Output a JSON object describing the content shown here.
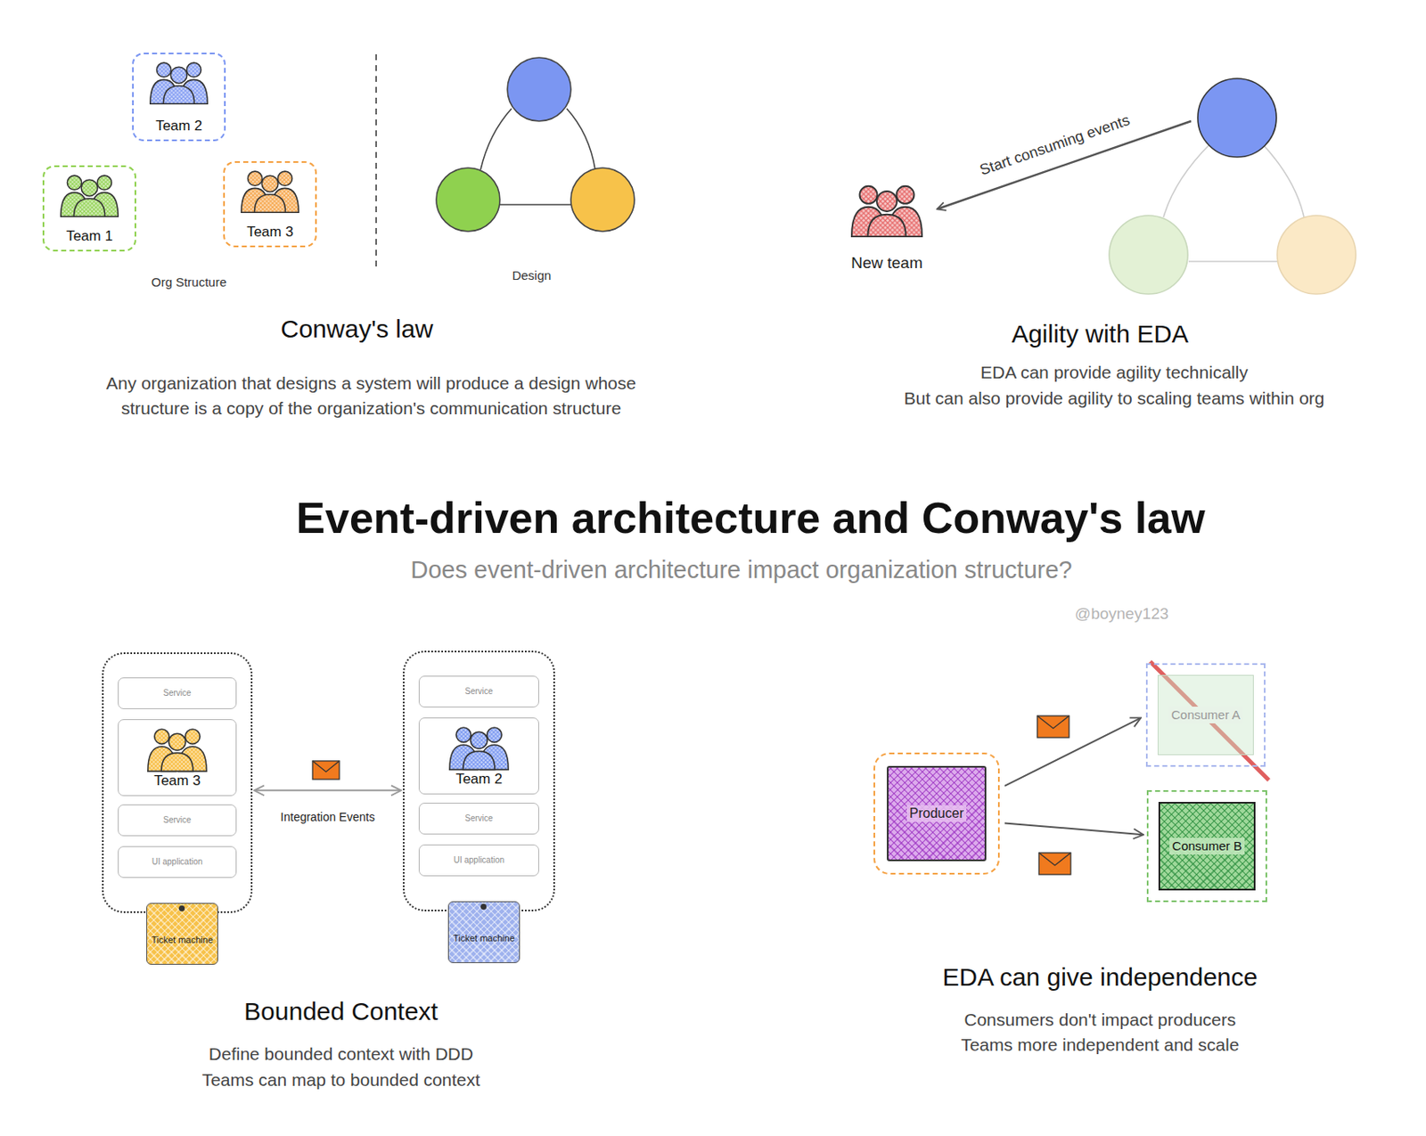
{
  "diagram": {
    "title": "Event-driven architecture and Conway's law",
    "caption": "Does event-driven architecture impact organization structure?",
    "nodes": [
      {
        "text": [
          "Team 2"
        ]
      },
      {
        "text": [
          "Team 1"
        ]
      },
      {
        "text": [
          "Team 3"
        ]
      },
      {
        "text": []
      },
      {
        "text": [
          "Service"
        ],
        "in": 3
      },
      {
        "text": [
          "Team 3"
        ],
        "in": 3
      },
      {
        "text": [
          "Service"
        ],
        "in": 3
      },
      {
        "text": [
          "UI application"
        ],
        "in": 3
      },
      {
        "text": [
          "Ticket machine"
        ]
      },
      {
        "text": []
      },
      {
        "text": [
          "Service"
        ],
        "in": 9
      },
      {
        "text": [
          "Team 2"
        ],
        "in": 9
      },
      {
        "text": [
          "Service"
        ],
        "in": 9
      },
      {
        "text": [
          "UI application"
        ],
        "in": 9
      },
      {
        "text": [
          "Ticket machine"
        ]
      },
      {
        "text": [
          "Producer"
        ]
      },
      {
        "text": [
          "Consumer A"
        ]
      },
      {
        "text": [
          "Consumer B"
        ]
      }
    ],
    "edges": [
      {
        "from": 3,
        "to": 9,
        "arrow": "both",
        "label": "Integration Events"
      },
      {
        "from": 15,
        "to": 16,
        "arrow": "to"
      },
      {
        "from": 15,
        "to": 17,
        "arrow": "to"
      }
    ],
    "labels": [
      "Org Structure",
      "Design",
      "Conway's law",
      "Any organization that designs a system will produce a design whose structure is a copy of the organization's communication structure",
      "Start consuming events",
      "New team",
      "Agility with EDA",
      "EDA can provide agility technically",
      "But can also provide agility to scaling teams within org",
      "@boyney123",
      "Bounded Context",
      "Define bounded context with DDD",
      "Teams can map to bounded context",
      "EDA can give independence",
      "Consumers don't impact producers",
      "Teams more independent and scale"
    ]
  }
}
